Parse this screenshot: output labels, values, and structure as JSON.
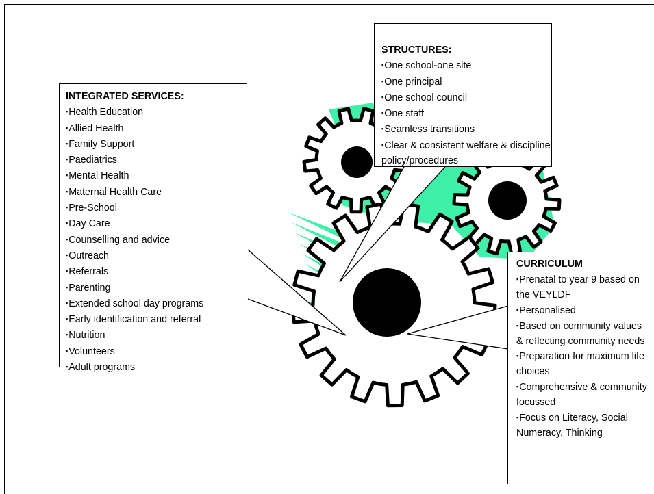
{
  "colors": {
    "accent_green": "#3ff0a8",
    "gear_stroke": "#000000",
    "hub_fill": "#000000",
    "box_border": "#000000"
  },
  "integrated_services": {
    "title": "INTEGRATED SERVICES:",
    "items": [
      "Health Education",
      "Allied Health",
      "Family Support",
      "Paediatrics",
      "Mental Health",
      "Maternal Health Care",
      "Pre-School",
      "Day Care",
      "Counselling and advice",
      "Outreach",
      "Referrals",
      "Parenting",
      "Extended school day programs",
      "Early identification and referral",
      "Nutrition",
      "Volunteers",
      "Adult programs"
    ]
  },
  "structures": {
    "title": "STRUCTURES:",
    "items": [
      "One school-one site",
      "One principal",
      "One school council",
      "One staff",
      "Seamless transitions",
      "Clear & consistent welfare & discipline policy/procedures"
    ]
  },
  "curriculum": {
    "title": "CURRICULUM",
    "items": [
      "Prenatal to year 9 based on the VEYLDF",
      "Personalised",
      "Based on community values & reflecting community needs",
      "Preparation for maximum life choices",
      "Comprehensive & community focussed",
      "Focus on Literacy, Social Numeracy, Thinking"
    ]
  },
  "bullet_glyph": "▪"
}
